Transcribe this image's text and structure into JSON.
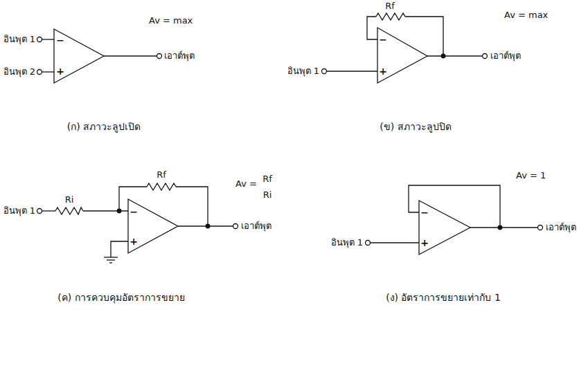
{
  "diagram": {
    "labels": [
      "Av = max",
      "อินพุต 1",
      "อินพุต 2",
      "−",
      "+",
      "เอาต์พุต",
      "(ก) สภาวะลูปเปิด",
      "Rf",
      "Av = max",
      "−",
      "+",
      "อินพุต 1",
      "เอาต์พุต",
      "(ข) สภาวะลูปปิด",
      "Rf",
      "Av =",
      "Rf",
      "Ri",
      "Ri",
      "อินพุต 1",
      "−",
      "+",
      "เอาต์พุต",
      "(ค) การควบคุมอัตราการขยาย",
      "Av = 1",
      "−",
      "+",
      "อินพุต 1",
      "เอาต์พุต",
      "(ง) อัตราการขยายเท่ากับ 1"
    ]
  }
}
